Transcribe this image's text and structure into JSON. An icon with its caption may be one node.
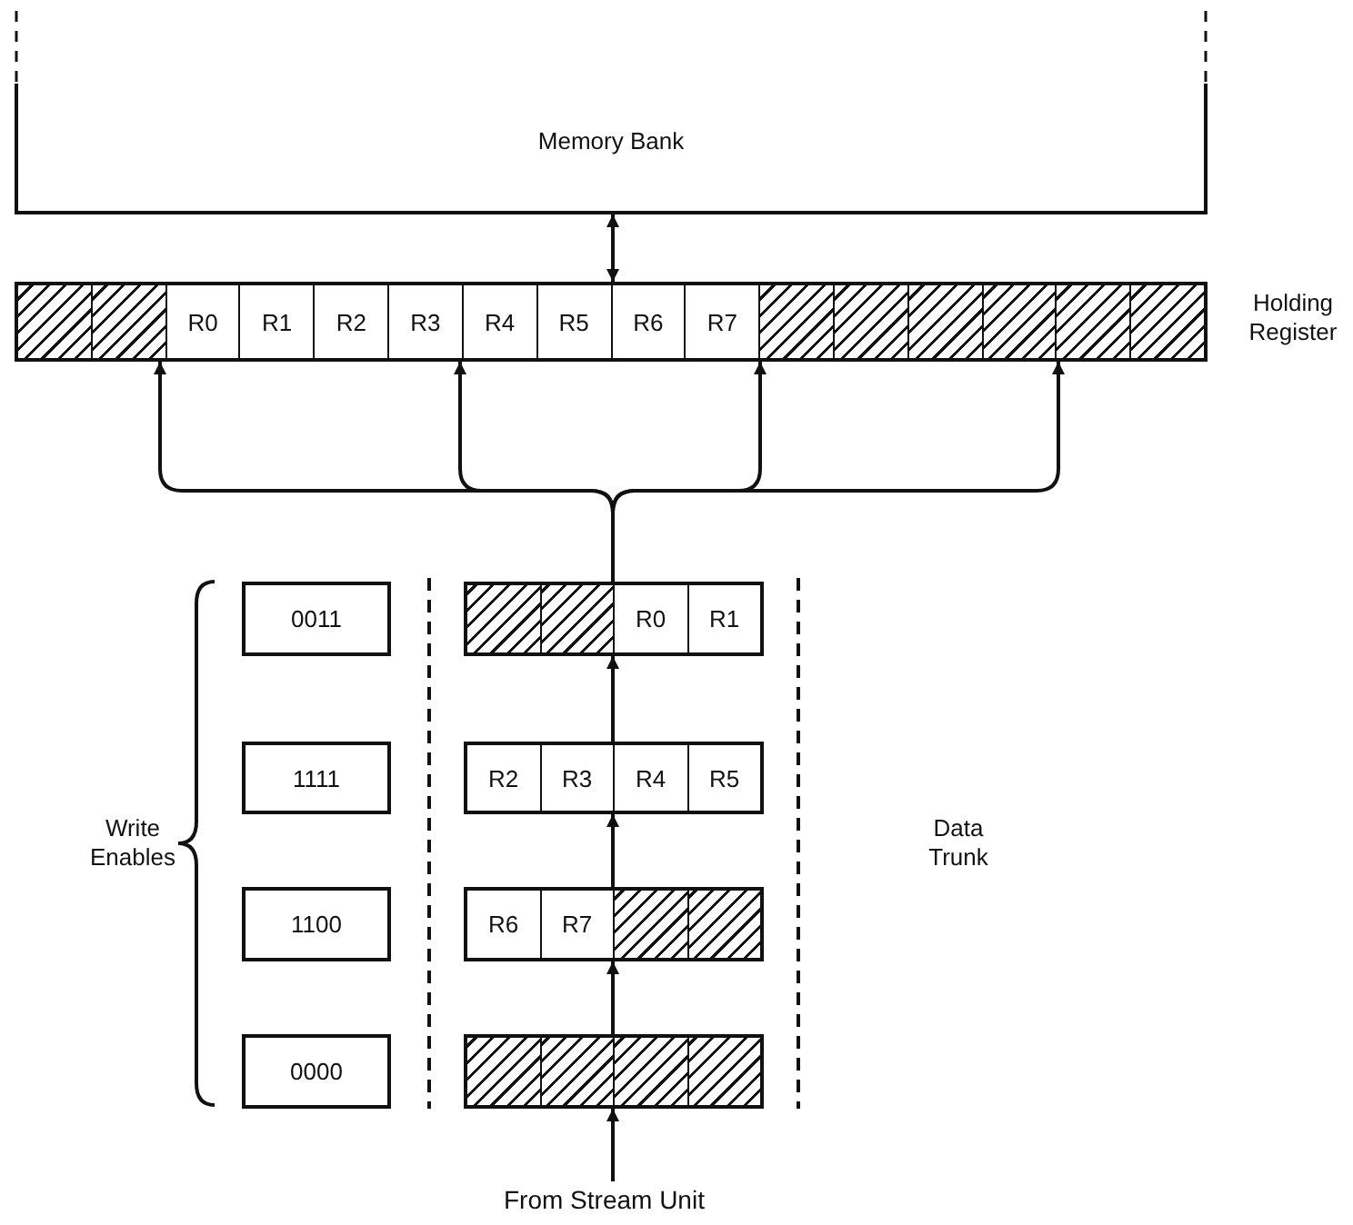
{
  "diagram": {
    "nodes": [
      {
        "text": [
          "Memory Bank"
        ]
      },
      {
        "text": [
          "Holding Register"
        ]
      },
      {
        "text": [],
        "shape": "box",
        "in": 1
      },
      {
        "text": [],
        "shape": "box",
        "in": 1
      },
      {
        "text": [
          "R0"
        ],
        "in": 1
      },
      {
        "text": [
          "R1"
        ],
        "in": 1
      },
      {
        "text": [
          "R2"
        ],
        "in": 1
      },
      {
        "text": [
          "R3"
        ],
        "in": 1
      },
      {
        "text": [
          "R4"
        ],
        "in": 1
      },
      {
        "text": [
          "R5"
        ],
        "in": 1
      },
      {
        "text": [
          "R6"
        ],
        "in": 1
      },
      {
        "text": [
          "R7"
        ],
        "in": 1
      },
      {
        "text": [],
        "shape": "box",
        "in": 1
      },
      {
        "text": [],
        "shape": "box",
        "in": 1
      },
      {
        "text": [],
        "shape": "box",
        "in": 1
      },
      {
        "text": [],
        "shape": "box",
        "in": 1
      },
      {
        "text": [],
        "shape": "box",
        "in": 1
      },
      {
        "text": [],
        "shape": "box",
        "in": 1
      },
      {
        "text": [
          "0011"
        ]
      },
      {
        "text": [
          "1111"
        ]
      },
      {
        "text": [
          "1100"
        ]
      },
      {
        "text": [
          "0000"
        ]
      },
      {
        "text": [],
        "shape": "bar"
      },
      {
        "text": [],
        "shape": "box",
        "in": 22
      },
      {
        "text": [],
        "shape": "box",
        "in": 22
      },
      {
        "text": [
          "R0"
        ],
        "in": 22
      },
      {
        "text": [
          "R1"
        ],
        "in": 22
      },
      {
        "text": [],
        "shape": "bar"
      },
      {
        "text": [
          "R2"
        ],
        "in": 27
      },
      {
        "text": [
          "R3"
        ],
        "in": 27
      },
      {
        "text": [
          "R4"
        ],
        "in": 27
      },
      {
        "text": [
          "R5"
        ],
        "in": 27
      },
      {
        "text": [],
        "shape": "bar"
      },
      {
        "text": [
          "R6"
        ],
        "in": 32
      },
      {
        "text": [
          "R7"
        ],
        "in": 32
      },
      {
        "text": [],
        "shape": "box",
        "in": 32
      },
      {
        "text": [],
        "shape": "box",
        "in": 32
      },
      {
        "text": [],
        "shape": "bar"
      },
      {
        "text": [],
        "shape": "box",
        "in": 37
      },
      {
        "text": [],
        "shape": "box",
        "in": 37
      },
      {
        "text": [],
        "shape": "box",
        "in": 37
      },
      {
        "text": [],
        "shape": "box",
        "in": 37
      },
      {
        "text": [
          "From Stream Unit"
        ]
      }
    ],
    "edges": [
      {
        "from": 0,
        "to": 1,
        "arrow": "both"
      },
      {
        "from": 42,
        "to": 37,
        "arrow": "to"
      },
      {
        "from": 37,
        "to": 32,
        "arrow": "to"
      },
      {
        "from": 32,
        "to": 27,
        "arrow": "to"
      },
      {
        "from": 27,
        "to": 22,
        "arrow": "to"
      },
      {
        "from": 22,
        "to": 1,
        "arrow": "to"
      },
      {
        "from": 22,
        "to": 1,
        "arrow": "to"
      },
      {
        "from": 22,
        "to": 1,
        "arrow": "to"
      },
      {
        "from": 22,
        "to": 1,
        "arrow": "to"
      }
    ],
    "labels": [
      "Write Enables",
      "Data Trunk"
    ]
  }
}
